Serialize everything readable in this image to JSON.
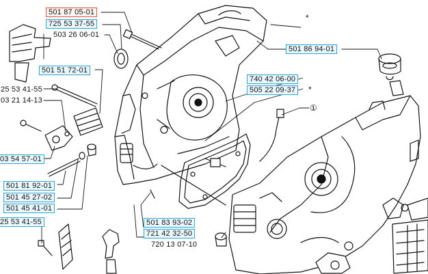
{
  "colors": {
    "highlight_border": "#2aa7d6",
    "highlight_fill": "#eaf8fd",
    "selected_border": "#e0553a",
    "line": "#111111"
  },
  "labels": {
    "p_501_87_05_01": "501 87 05-01",
    "p_725_53_37_55": "725 53 37-55",
    "p_503_26_06_01": "503 26 06-01",
    "p_501_86_94_01": "501 86 94-01",
    "p_501_51_72_01": "501 51 72-01",
    "p_725_53_41_55_a": "25 53 41-55",
    "p_503_21_14_13": "03 21 14-13",
    "p_740_42_06_00": "740 42 06-00",
    "p_505_22_09_37": "505 22 09-37",
    "p_503_54_57_01": "03 54 57-01",
    "p_501_81_92_01": "501 81 92-01",
    "p_501_45_27_02": "501 45 27-02",
    "p_501_45_41_01": "501 45 41-01",
    "p_725_53_41_55_b": "25 53 41-55",
    "p_501_83_93_02": "501 83 93-02",
    "p_721_42_32_50": "721 42 32-50",
    "p_720_13_07_10": "720 13 07-10"
  },
  "marks": {
    "asterisk_top": "*",
    "asterisk_mid": "*",
    "circled_one": "①"
  }
}
